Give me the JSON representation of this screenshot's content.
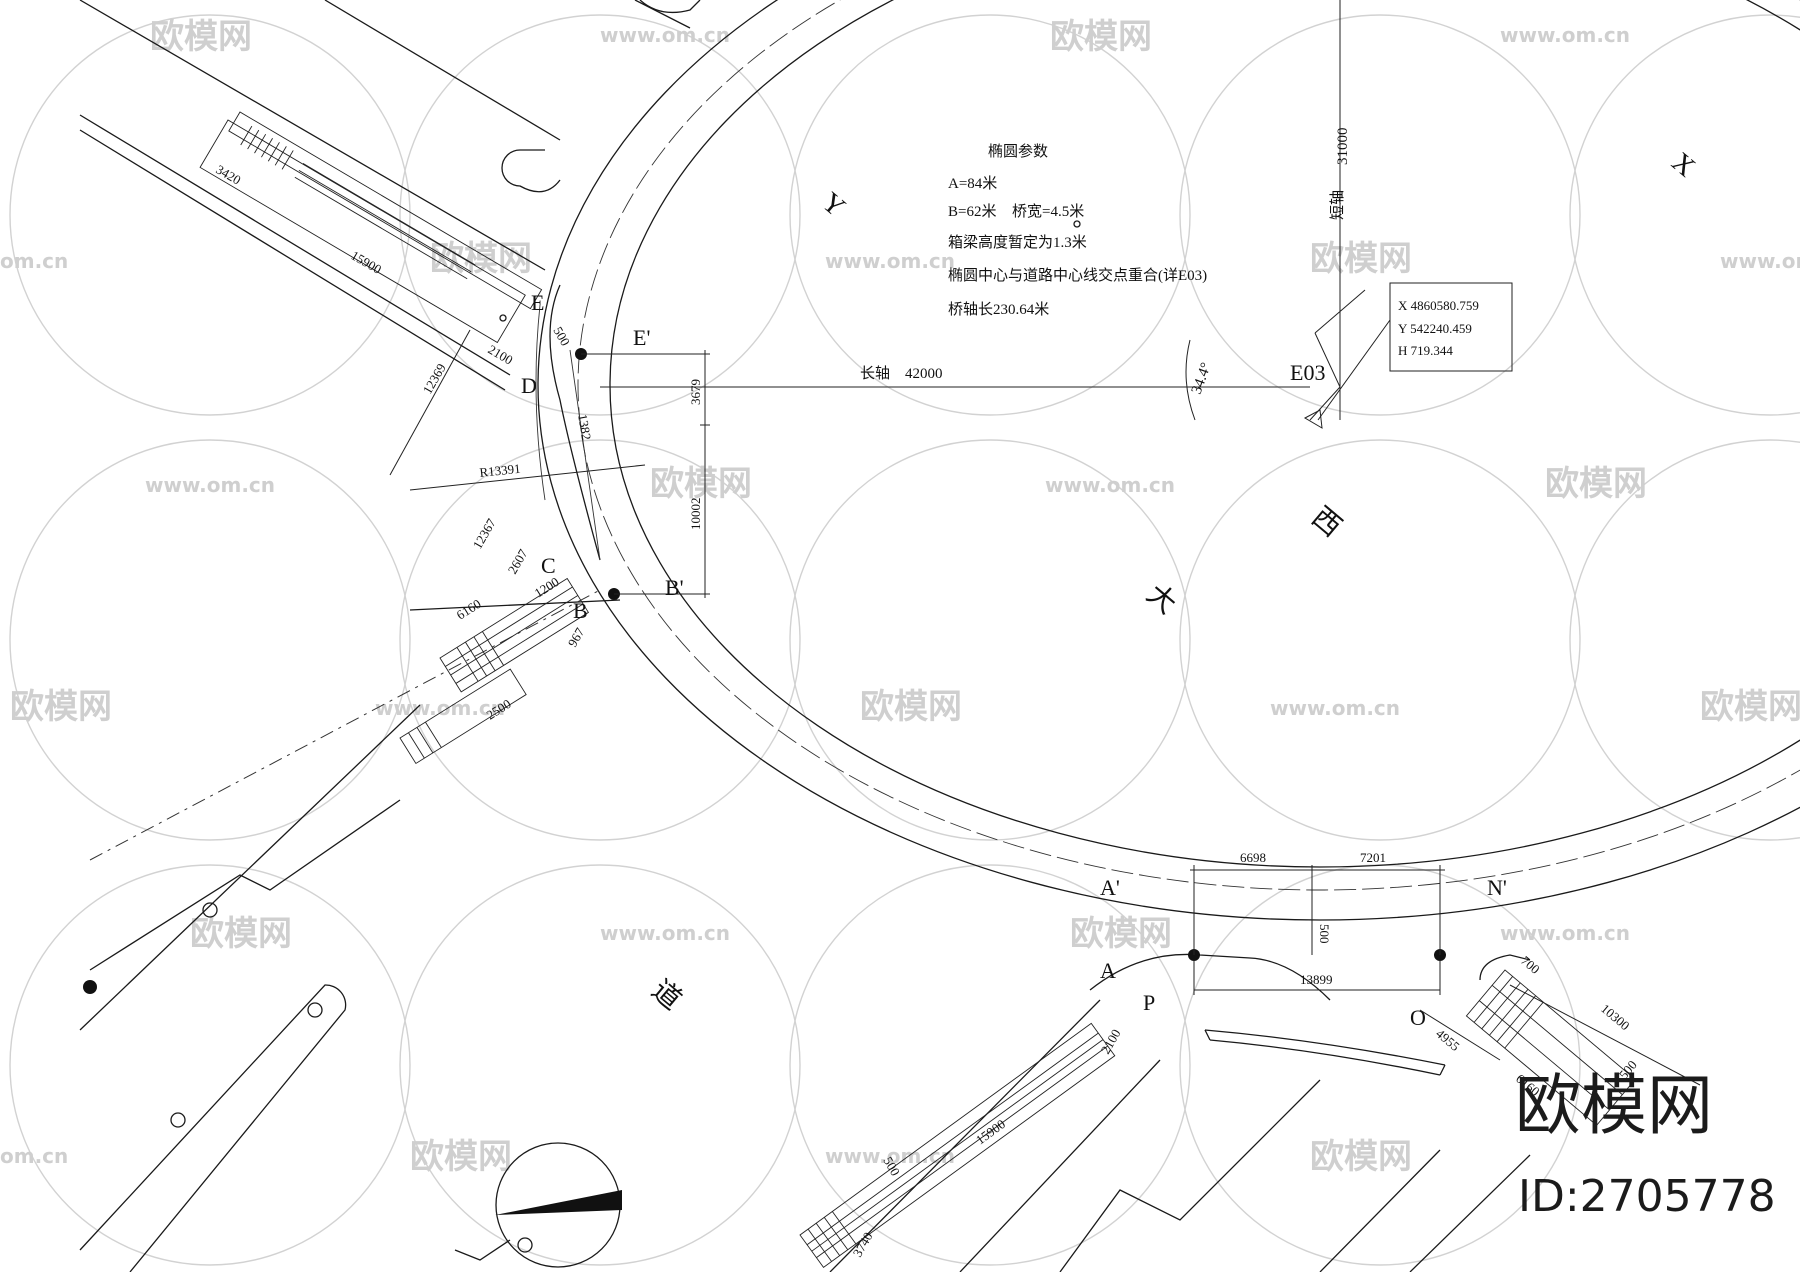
{
  "watermark": {
    "brand": "欧模网",
    "url": "www.om.cn",
    "url_short": "om.cn"
  },
  "params": {
    "title": "椭圆参数",
    "a": "A=84米",
    "b": "B=62米",
    "bridge_width": "桥宽=4.5米",
    "box_height": "箱梁高度暂定为1.3米",
    "center_note": "椭圆中心与道路中心线交点重合(详E03)",
    "bridge_length": "桥轴长230.64米"
  },
  "coords": {
    "x": "X 4860580.759",
    "y": "Y 542240.459",
    "h": "H 719.344"
  },
  "center_label": "E03",
  "axis": {
    "long_label": "长轴",
    "long_value": "42000",
    "short_label": "短轴",
    "short_value": "31000",
    "angle": "34.4°"
  },
  "points": {
    "e": "E",
    "d": "D",
    "c": "C",
    "b": "B",
    "a": "A",
    "p": "P",
    "o": "O",
    "e_prime": "E'",
    "b_prime": "B'",
    "a_prime": "A'",
    "n_prime": "N'"
  },
  "road_chars": {
    "y": "Y",
    "x": "X",
    "xi": "西",
    "da": "大",
    "dao": "道"
  },
  "dims": {
    "d3420": "3420",
    "d15900a": "15900",
    "d2100a": "2100",
    "d500a": "500",
    "d12369": "12369",
    "d3679": "3679",
    "d1382": "1382",
    "r13391": "R13391",
    "d10002": "10002",
    "d12367": "12367",
    "d2607": "2607",
    "d6160a": "6160",
    "d1200": "1200",
    "d967": "967",
    "d2500": "2500",
    "d6698": "6698",
    "d7201": "7201",
    "d500b": "500",
    "d13899": "13899",
    "d700": "700",
    "d10300": "10300",
    "d4955": "4955",
    "d6160b": "6160",
    "d500c": "500",
    "d2100b": "2100",
    "d15900b": "15900",
    "d3740": "3740",
    "d500d": "500"
  },
  "brand_mark": {
    "name": "欧模网",
    "id": "ID:2705778"
  }
}
